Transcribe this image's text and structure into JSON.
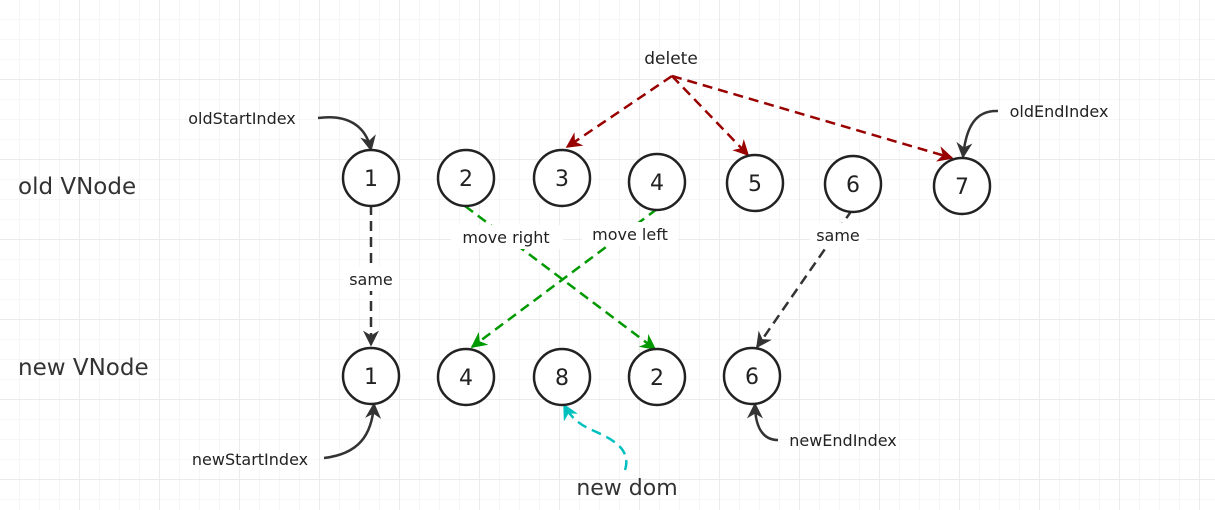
{
  "labels": {
    "old_row": "old VNode",
    "new_row": "new VNode",
    "old_start": "oldStartIndex",
    "old_end": "oldEndIndex",
    "new_start": "newStartIndex",
    "new_end": "newEndIndex",
    "delete": "delete",
    "move_right": "move right",
    "move_left": "move left",
    "same_left": "same",
    "same_right": "same",
    "new_dom": "new dom"
  },
  "old_nodes": [
    "1",
    "2",
    "3",
    "4",
    "5",
    "6",
    "7"
  ],
  "new_nodes": [
    "1",
    "4",
    "8",
    "2",
    "6"
  ],
  "colors": {
    "delete": "#990000",
    "move": "#009900",
    "same": "#333333",
    "new_dom": "#00bfbf",
    "pointer": "#333333"
  }
}
